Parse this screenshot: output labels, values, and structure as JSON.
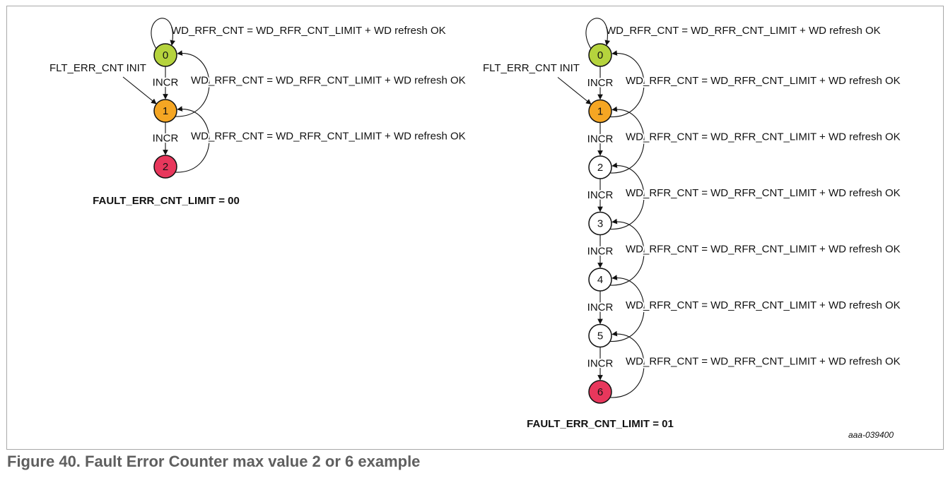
{
  "caption": "Figure 40.  Fault Error Counter max value 2 or 6 example",
  "code": "aaa-039400",
  "colors": {
    "green": "#b5d33d",
    "orange": "#f5a623",
    "red": "#e8375c",
    "white": "#ffffff"
  },
  "transition_labels": {
    "refresh": "WD_RFR_CNT = WD_RFR_CNT_LIMIT + WD refresh OK",
    "incr": "INCR",
    "init": "FLT_ERR_CNT INIT"
  },
  "diagrams": [
    {
      "title": "FAULT_ERR_CNT_LIMIT = 00",
      "nodes": [
        {
          "label": "0",
          "color": "green"
        },
        {
          "label": "1",
          "color": "orange"
        },
        {
          "label": "2",
          "color": "red"
        }
      ]
    },
    {
      "title": "FAULT_ERR_CNT_LIMIT = 01",
      "nodes": [
        {
          "label": "0",
          "color": "green"
        },
        {
          "label": "1",
          "color": "orange"
        },
        {
          "label": "2",
          "color": "white"
        },
        {
          "label": "3",
          "color": "white"
        },
        {
          "label": "4",
          "color": "white"
        },
        {
          "label": "5",
          "color": "white"
        },
        {
          "label": "6",
          "color": "red"
        }
      ]
    }
  ]
}
